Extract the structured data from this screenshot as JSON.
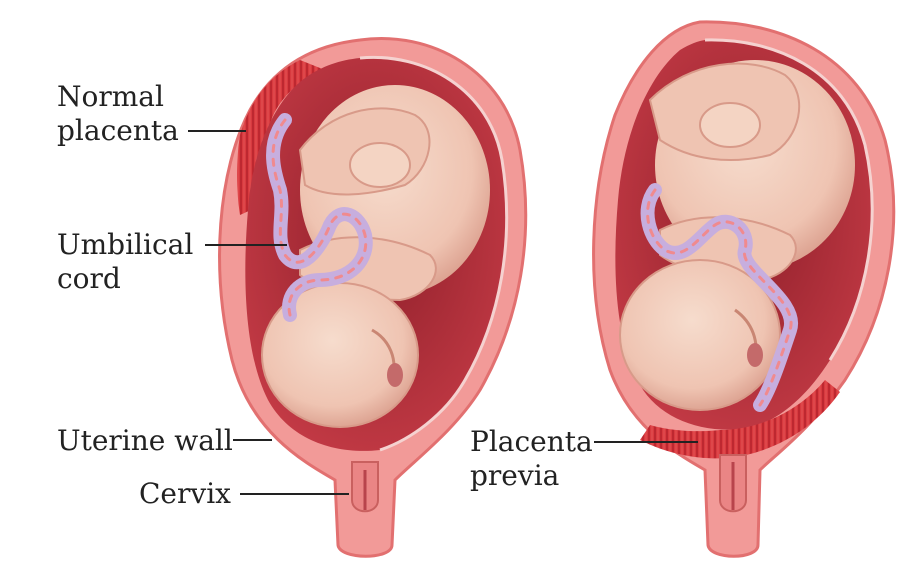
{
  "labels": {
    "normal_placenta": [
      "Normal",
      "placenta"
    ],
    "umbilical_cord": [
      "Umbilical",
      "cord"
    ],
    "uterine_wall": "Uterine wall",
    "cervix": "Cervix",
    "placenta_previa": [
      "Placenta",
      "previa"
    ]
  },
  "colors": {
    "uterine_wall": "#f29a98",
    "uterine_wall_edge": "#e27878",
    "placenta": "#d8343a",
    "amniotic_cavity": "#b5303a",
    "fetal_skin": "#f1cab8",
    "fetal_shadow": "#d79b8a",
    "cord": "#c7aede",
    "cord_highlight": "#f08a8e"
  }
}
